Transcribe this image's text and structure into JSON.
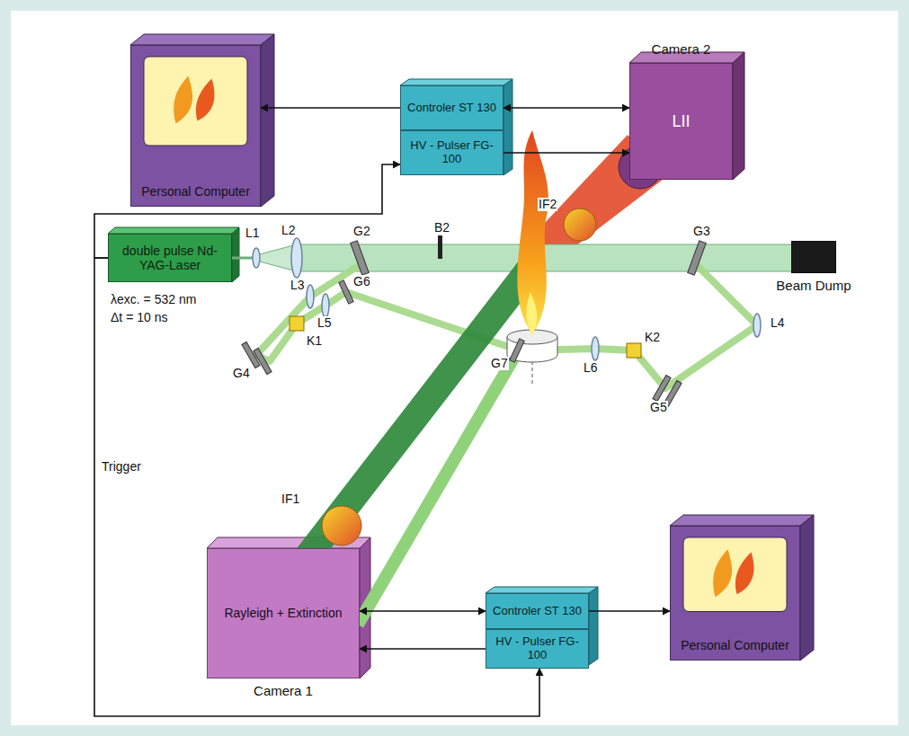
{
  "diagram": {
    "nodes": [
      {
        "text": [
          "Personal Computer"
        ]
      },
      {
        "text": [
          "Controler ST 130"
        ]
      },
      {
        "text": [
          "HV - Pulser FG-100"
        ]
      },
      {
        "text": [
          "Camera 2",
          "LII"
        ]
      },
      {
        "text": [
          "double pulse Nd-YAG-Laser"
        ]
      },
      {
        "text": [
          "Beam Dump"
        ]
      },
      {
        "text": [
          "Rayleigh + Extinction",
          "Camera 1"
        ]
      },
      {
        "text": [
          "Controler ST 130"
        ]
      },
      {
        "text": [
          "HV - Pulser FG-100"
        ]
      },
      {
        "text": [
          "Personal Computer"
        ]
      }
    ],
    "edges": [
      {
        "from": 1,
        "to": 0,
        "arrow": "to"
      },
      {
        "from": 1,
        "to": 3,
        "arrow": "both"
      },
      {
        "from": 2,
        "to": 3,
        "arrow": "to"
      },
      {
        "from": 4,
        "to": 2,
        "arrow": "to"
      },
      {
        "from": 4,
        "to": 8,
        "arrow": "to"
      },
      {
        "from": 7,
        "to": 6,
        "arrow": "both"
      },
      {
        "from": 8,
        "to": 6,
        "arrow": "to"
      },
      {
        "from": 7,
        "to": 9,
        "arrow": "to"
      }
    ],
    "labels": [
      "λexc. = 532 nm",
      "Δt = 10 ns",
      "Trigger",
      "L1",
      "L2",
      "G2",
      "B2",
      "G3",
      "L3",
      "L5",
      "G6",
      "K1",
      "G4",
      "IF1",
      "L4",
      "G7",
      "K2",
      "L6",
      "G5",
      "IF2"
    ]
  }
}
